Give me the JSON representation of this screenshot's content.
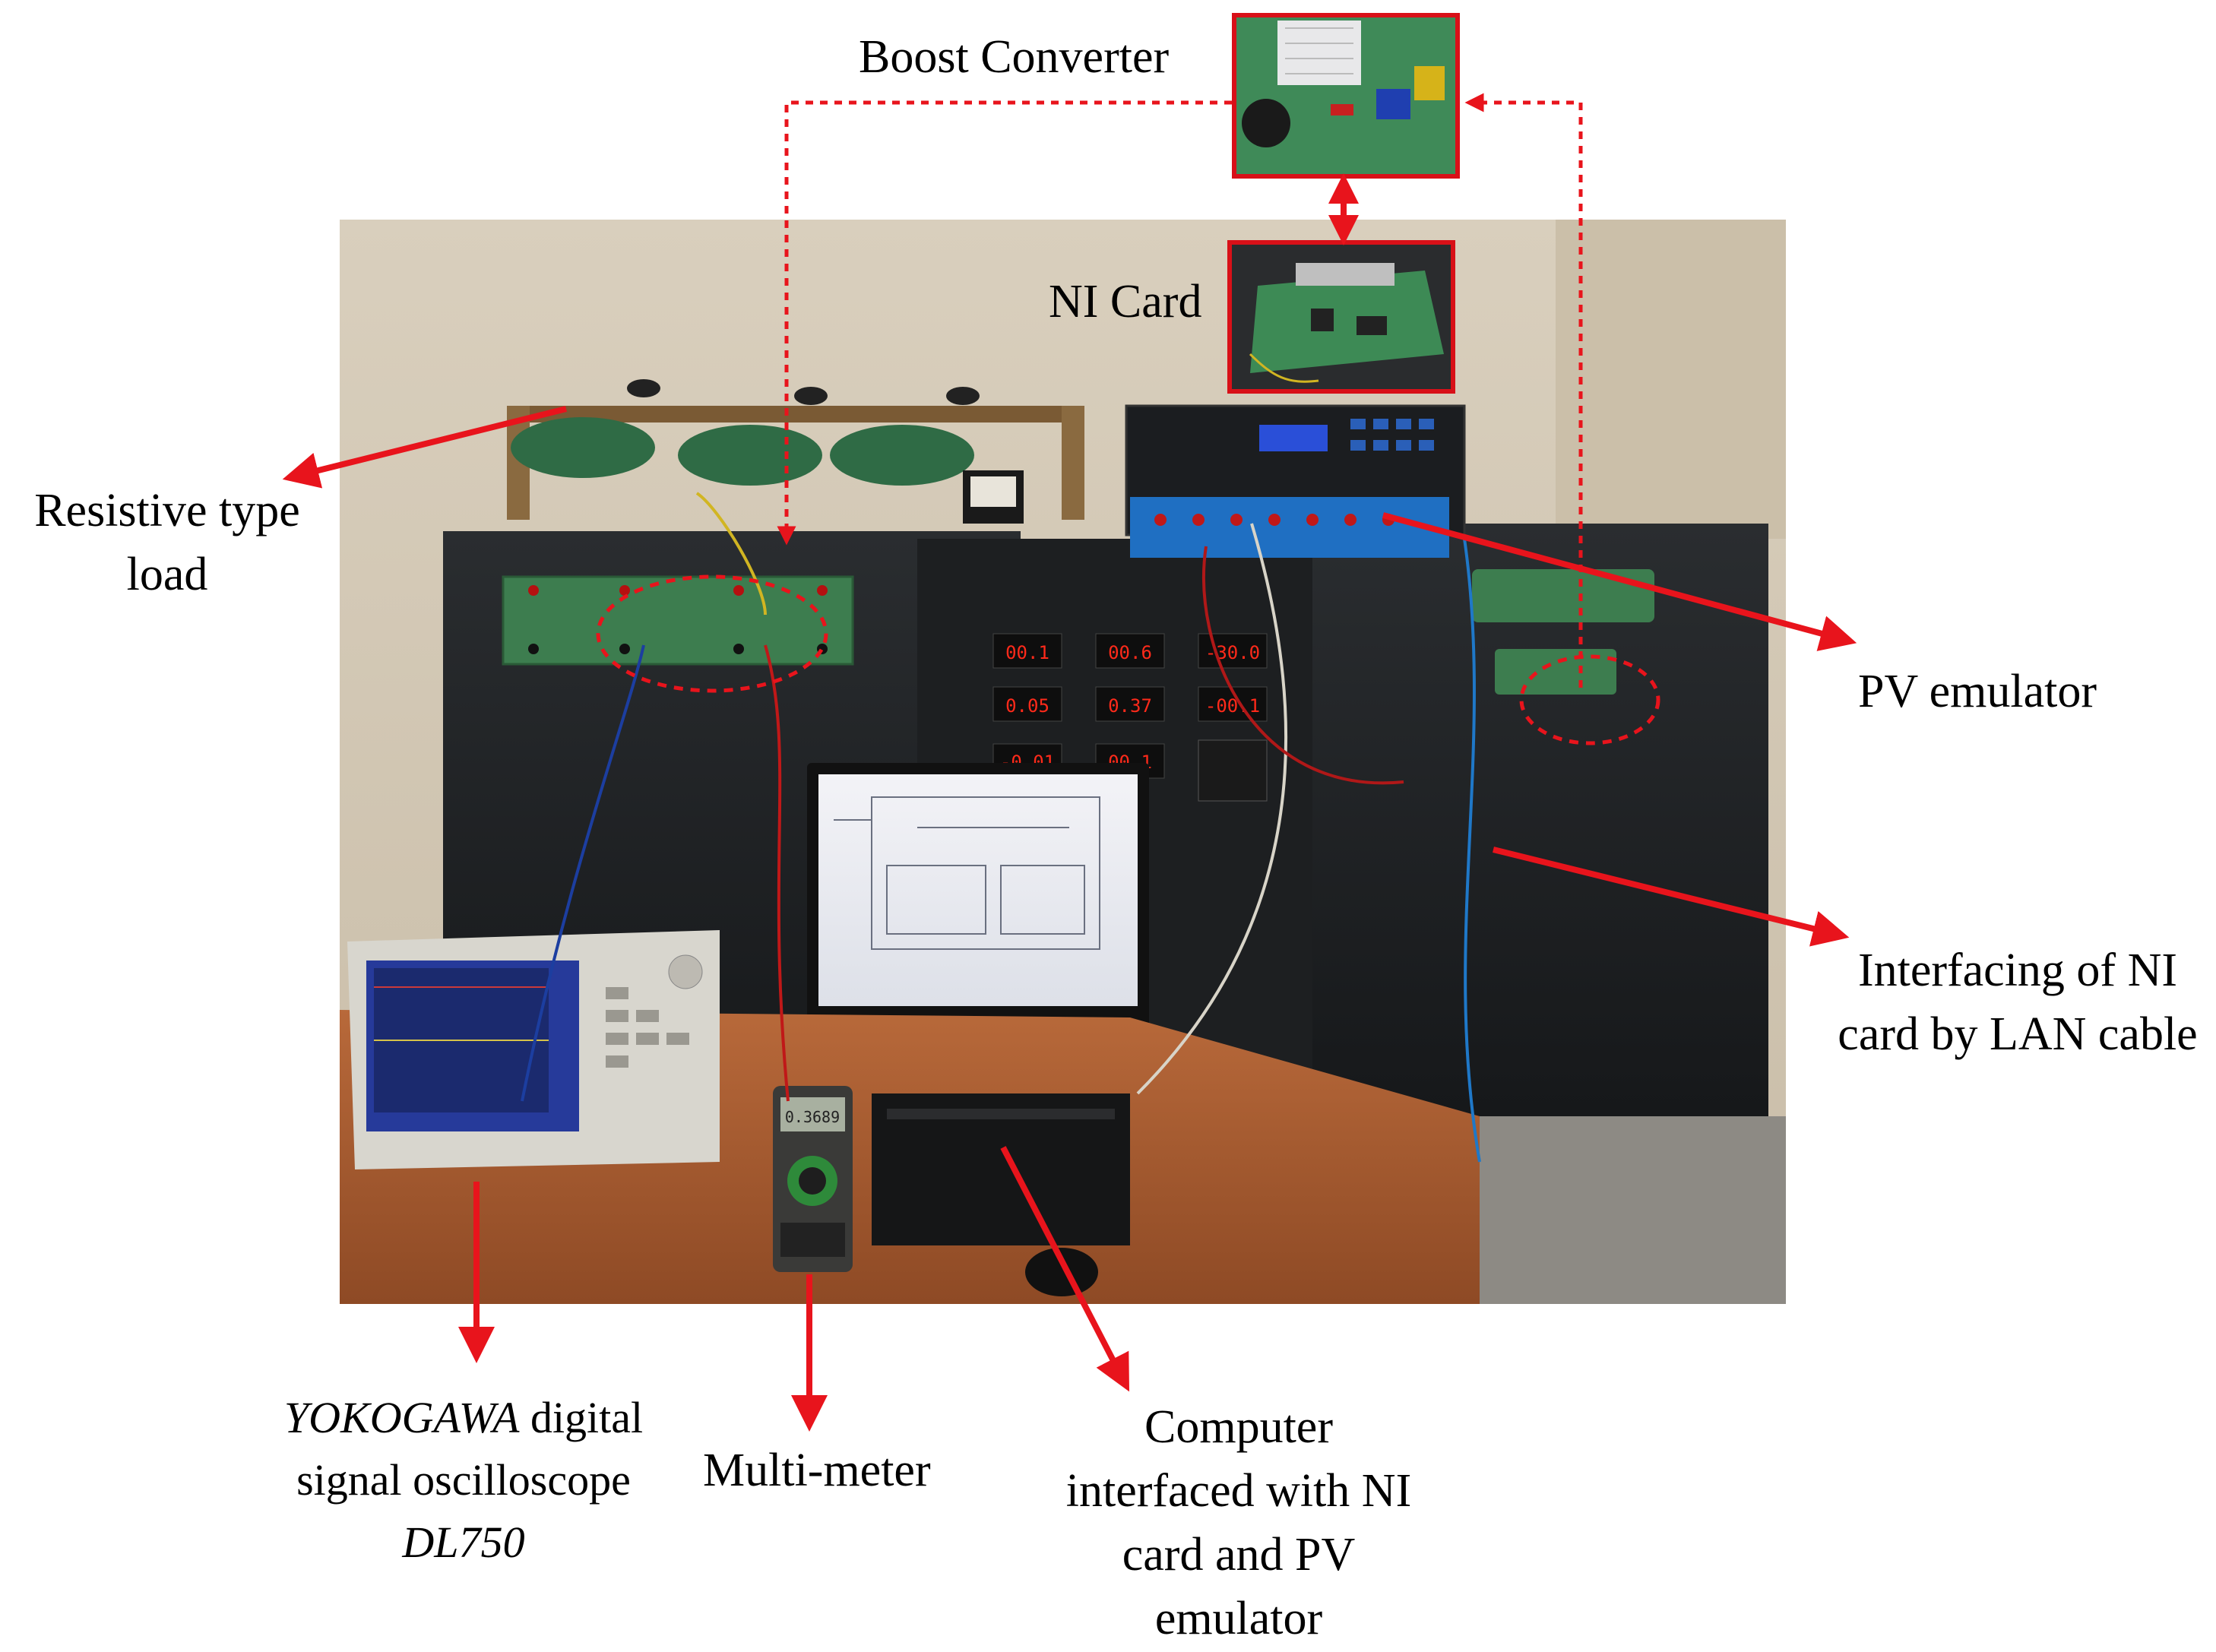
{
  "figure": {
    "labels": {
      "boost_converter": "Boost Converter",
      "ni_card": "NI Card",
      "resistive_load": {
        "line1": "Resistive type",
        "line2": "load"
      },
      "pv_emulator": "PV emulator",
      "lan_interface": {
        "line1": "Interfacing of NI",
        "line2": "card by LAN cable"
      },
      "oscilloscope": {
        "brand": "YOKOGAWA",
        "line1_rest": " digital",
        "line2": "signal oscilloscope",
        "model": "DL750"
      },
      "multimeter": "Multi-meter",
      "computer": {
        "line1": "Computer",
        "line2": "interfaced with NI",
        "line3": "card and PV",
        "line4": "emulator"
      }
    },
    "meter_readings": [
      "00.1",
      "00.6",
      "-30.0",
      "0.05",
      "0.37",
      "-00.1",
      "-0.01",
      "00.1"
    ],
    "multimeter_reading": "0.3689",
    "colors": {
      "arrow": "#e8141c",
      "inset_border": "#d81018",
      "background": "#ffffff"
    }
  }
}
